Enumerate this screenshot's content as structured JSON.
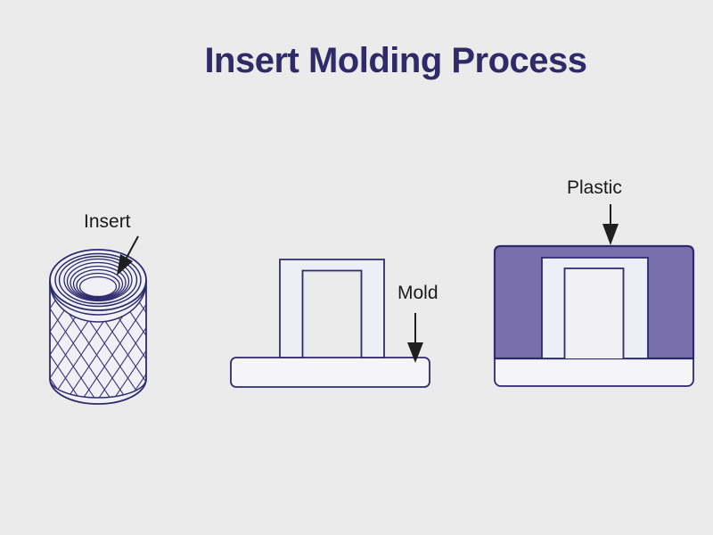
{
  "title": "Insert Molding Process",
  "stages": [
    {
      "id": "insert",
      "label": "Insert"
    },
    {
      "id": "mold",
      "label": "Mold"
    },
    {
      "id": "plastic",
      "label": "Plastic"
    }
  ],
  "icons": [
    {
      "name": "down-arrow-icon",
      "meaning": "label pointer arrow"
    }
  ],
  "colors": {
    "background": "#ebebeb",
    "title_text": "#302a68",
    "outline": "#2e2a6e",
    "knurl_line": "#3a3478",
    "plastic_fill": "#7a6fad",
    "shape_fill": "#f0f0f6",
    "wall_fill": "#edeef6",
    "base_fill": "#f5f5f7",
    "hole_fill": "#f1f1f4",
    "label_text": "#1a1a1a",
    "arrow": "#1f1f1f"
  }
}
